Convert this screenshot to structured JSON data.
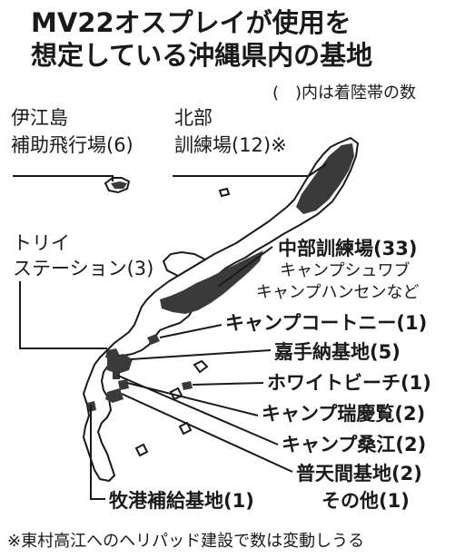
{
  "title": {
    "line1": "MV22オスプレイが使用を",
    "line2": "想定している沖縄県内の基地"
  },
  "legend_note": "(　)内は着陸帯の数",
  "labels": {
    "iejima_1": "伊江島",
    "iejima_2": "補助飛行場(6)",
    "hokubu_1": "北部",
    "hokubu_2": "訓練場(12)※",
    "torii_1": "トリイ",
    "torii_2": "ステーション(3)",
    "chubu": "中部訓練場(33)",
    "chubu_sub1": "キャンプシュワブ",
    "chubu_sub2": "キャンプハンセンなど",
    "courtney": "キャンプコートニー(1)",
    "kadena": "嘉手納基地(5)",
    "whitebeach": "ホワイトビーチ(1)",
    "zukeran": "キャンプ瑞慶覧(2)",
    "kuwae": "キャンプ桑江(2)",
    "futenma": "普天間基地(2)",
    "makiminato": "牧港補給基地(1)",
    "others": "その他(1)"
  },
  "footnote": "※東村高江へのヘリパッド建設で数は変動しうる",
  "colors": {
    "land": "#ffffff",
    "base": "#3a3a3a",
    "line": "#1a1a1a"
  }
}
